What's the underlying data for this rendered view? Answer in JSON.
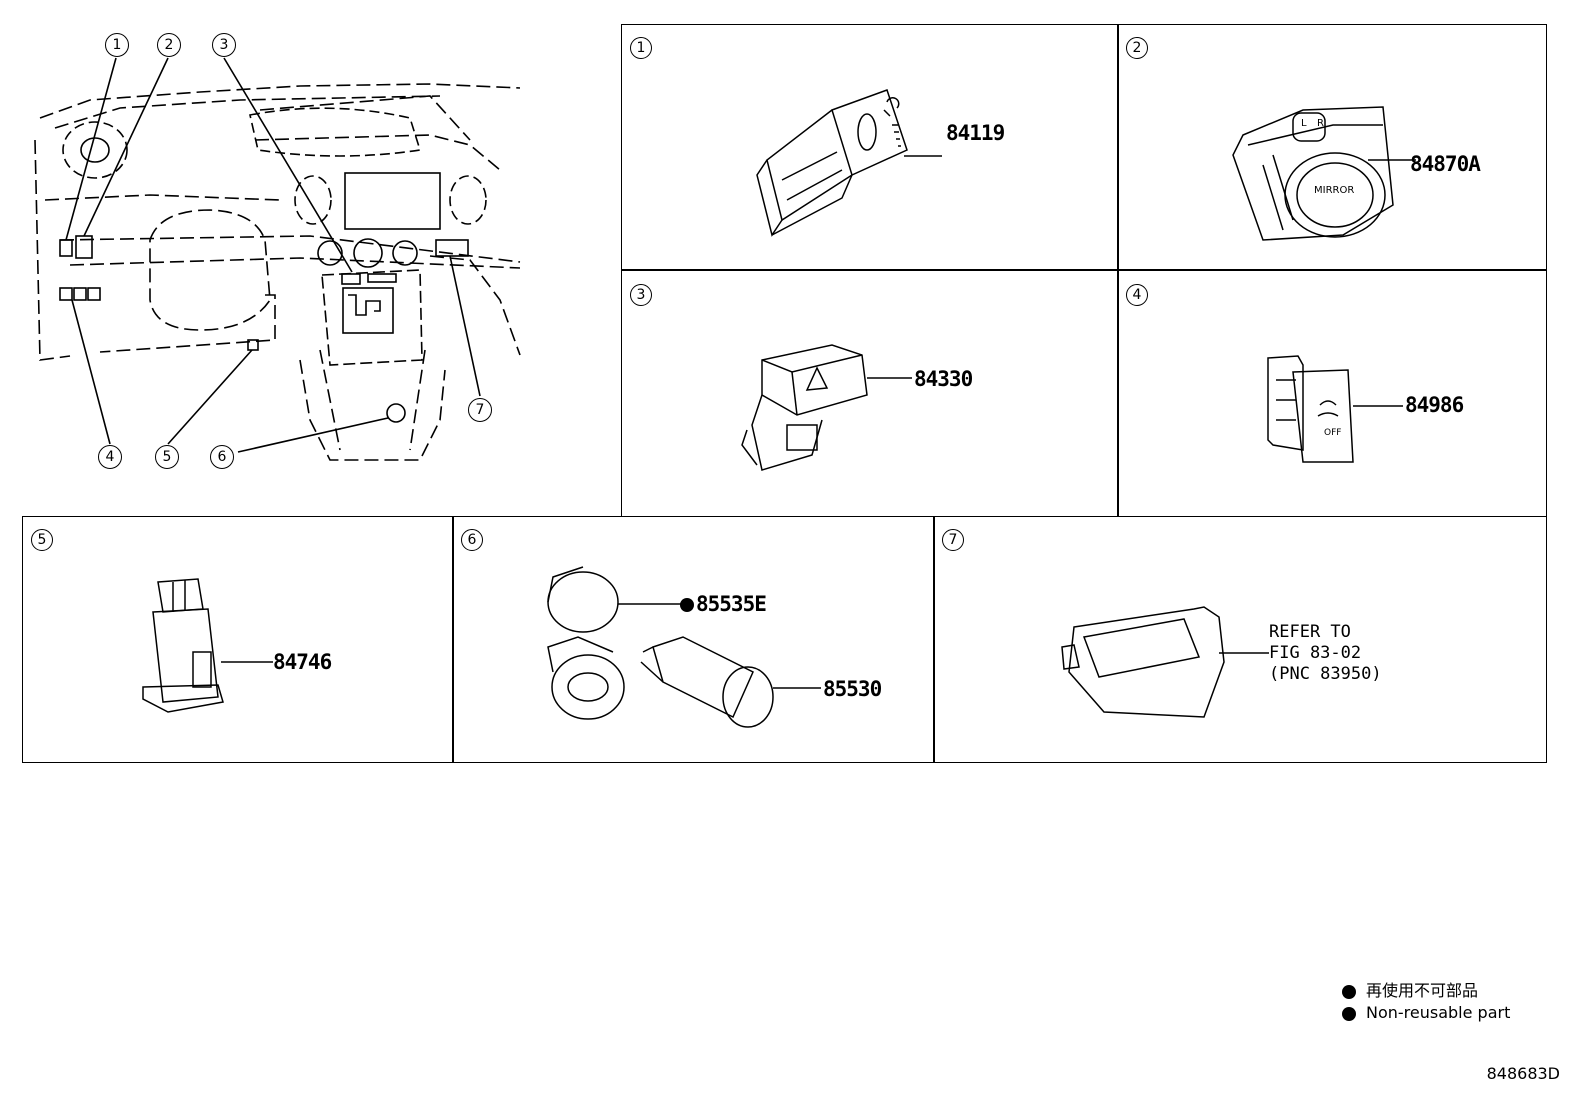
{
  "overview": {
    "callouts": [
      "1",
      "2",
      "3",
      "4",
      "5",
      "6",
      "7"
    ]
  },
  "panels": [
    {
      "num": "1",
      "parts": [
        "84119"
      ]
    },
    {
      "num": "2",
      "parts": [
        "84870A"
      ]
    },
    {
      "num": "3",
      "parts": [
        "84330"
      ]
    },
    {
      "num": "4",
      "parts": [
        "84986"
      ]
    },
    {
      "num": "5",
      "parts": [
        "84746"
      ]
    },
    {
      "num": "6",
      "parts": [
        "85535E",
        "85530"
      ]
    },
    {
      "num": "7",
      "refer": "REFER TO\nFIG 83-02\n(PNC 83950)"
    }
  ],
  "component_text": {
    "mirror": "MIRROR",
    "mirror_l": "L",
    "mirror_r": "R",
    "vsc_off": "OFF"
  },
  "legend": {
    "japanese": "再使用不可部品",
    "english": "Non-reusable part"
  },
  "figure_code": "848683D"
}
